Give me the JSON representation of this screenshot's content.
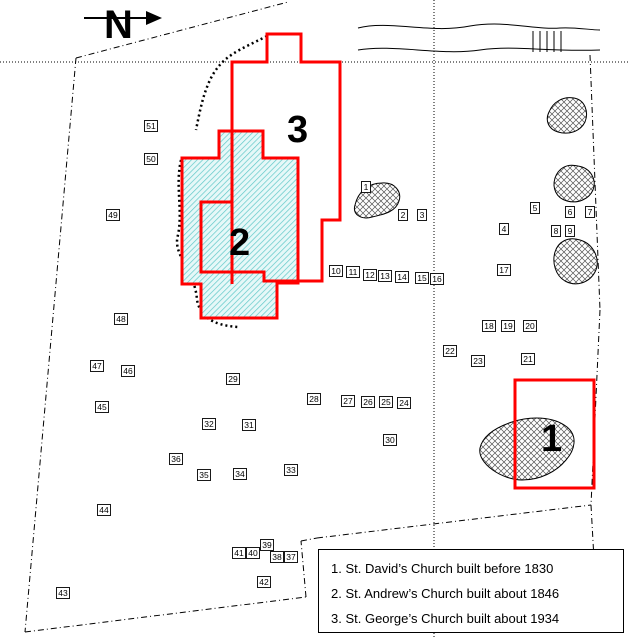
{
  "north_label": "N",
  "church_labels": [
    "1",
    "2",
    "3"
  ],
  "legend": [
    "1. St. David’s Church built before 1830",
    "2. St. Andrew’s Church built about 1846",
    "3. St. George’s Church built about 1934"
  ],
  "markers": [
    "1",
    "2",
    "3",
    "4",
    "5",
    "6",
    "7",
    "8",
    "9",
    "10",
    "11",
    "12",
    "13",
    "14",
    "15",
    "16",
    "17",
    "18",
    "19",
    "20",
    "21",
    "22",
    "23",
    "24",
    "25",
    "26",
    "27",
    "28",
    "29",
    "30",
    "31",
    "32",
    "33",
    "34",
    "35",
    "36",
    "37",
    "38",
    "39",
    "40",
    "41",
    "42",
    "43",
    "44",
    "45",
    "46",
    "47",
    "48",
    "49",
    "50",
    "51"
  ],
  "colors": {
    "church_outline": "#ff0000",
    "hatch": "#7fd6d6",
    "ink": "#000000"
  },
  "icons": [
    "north-arrow-icon",
    "stream-icon",
    "footbridge-icon"
  ]
}
